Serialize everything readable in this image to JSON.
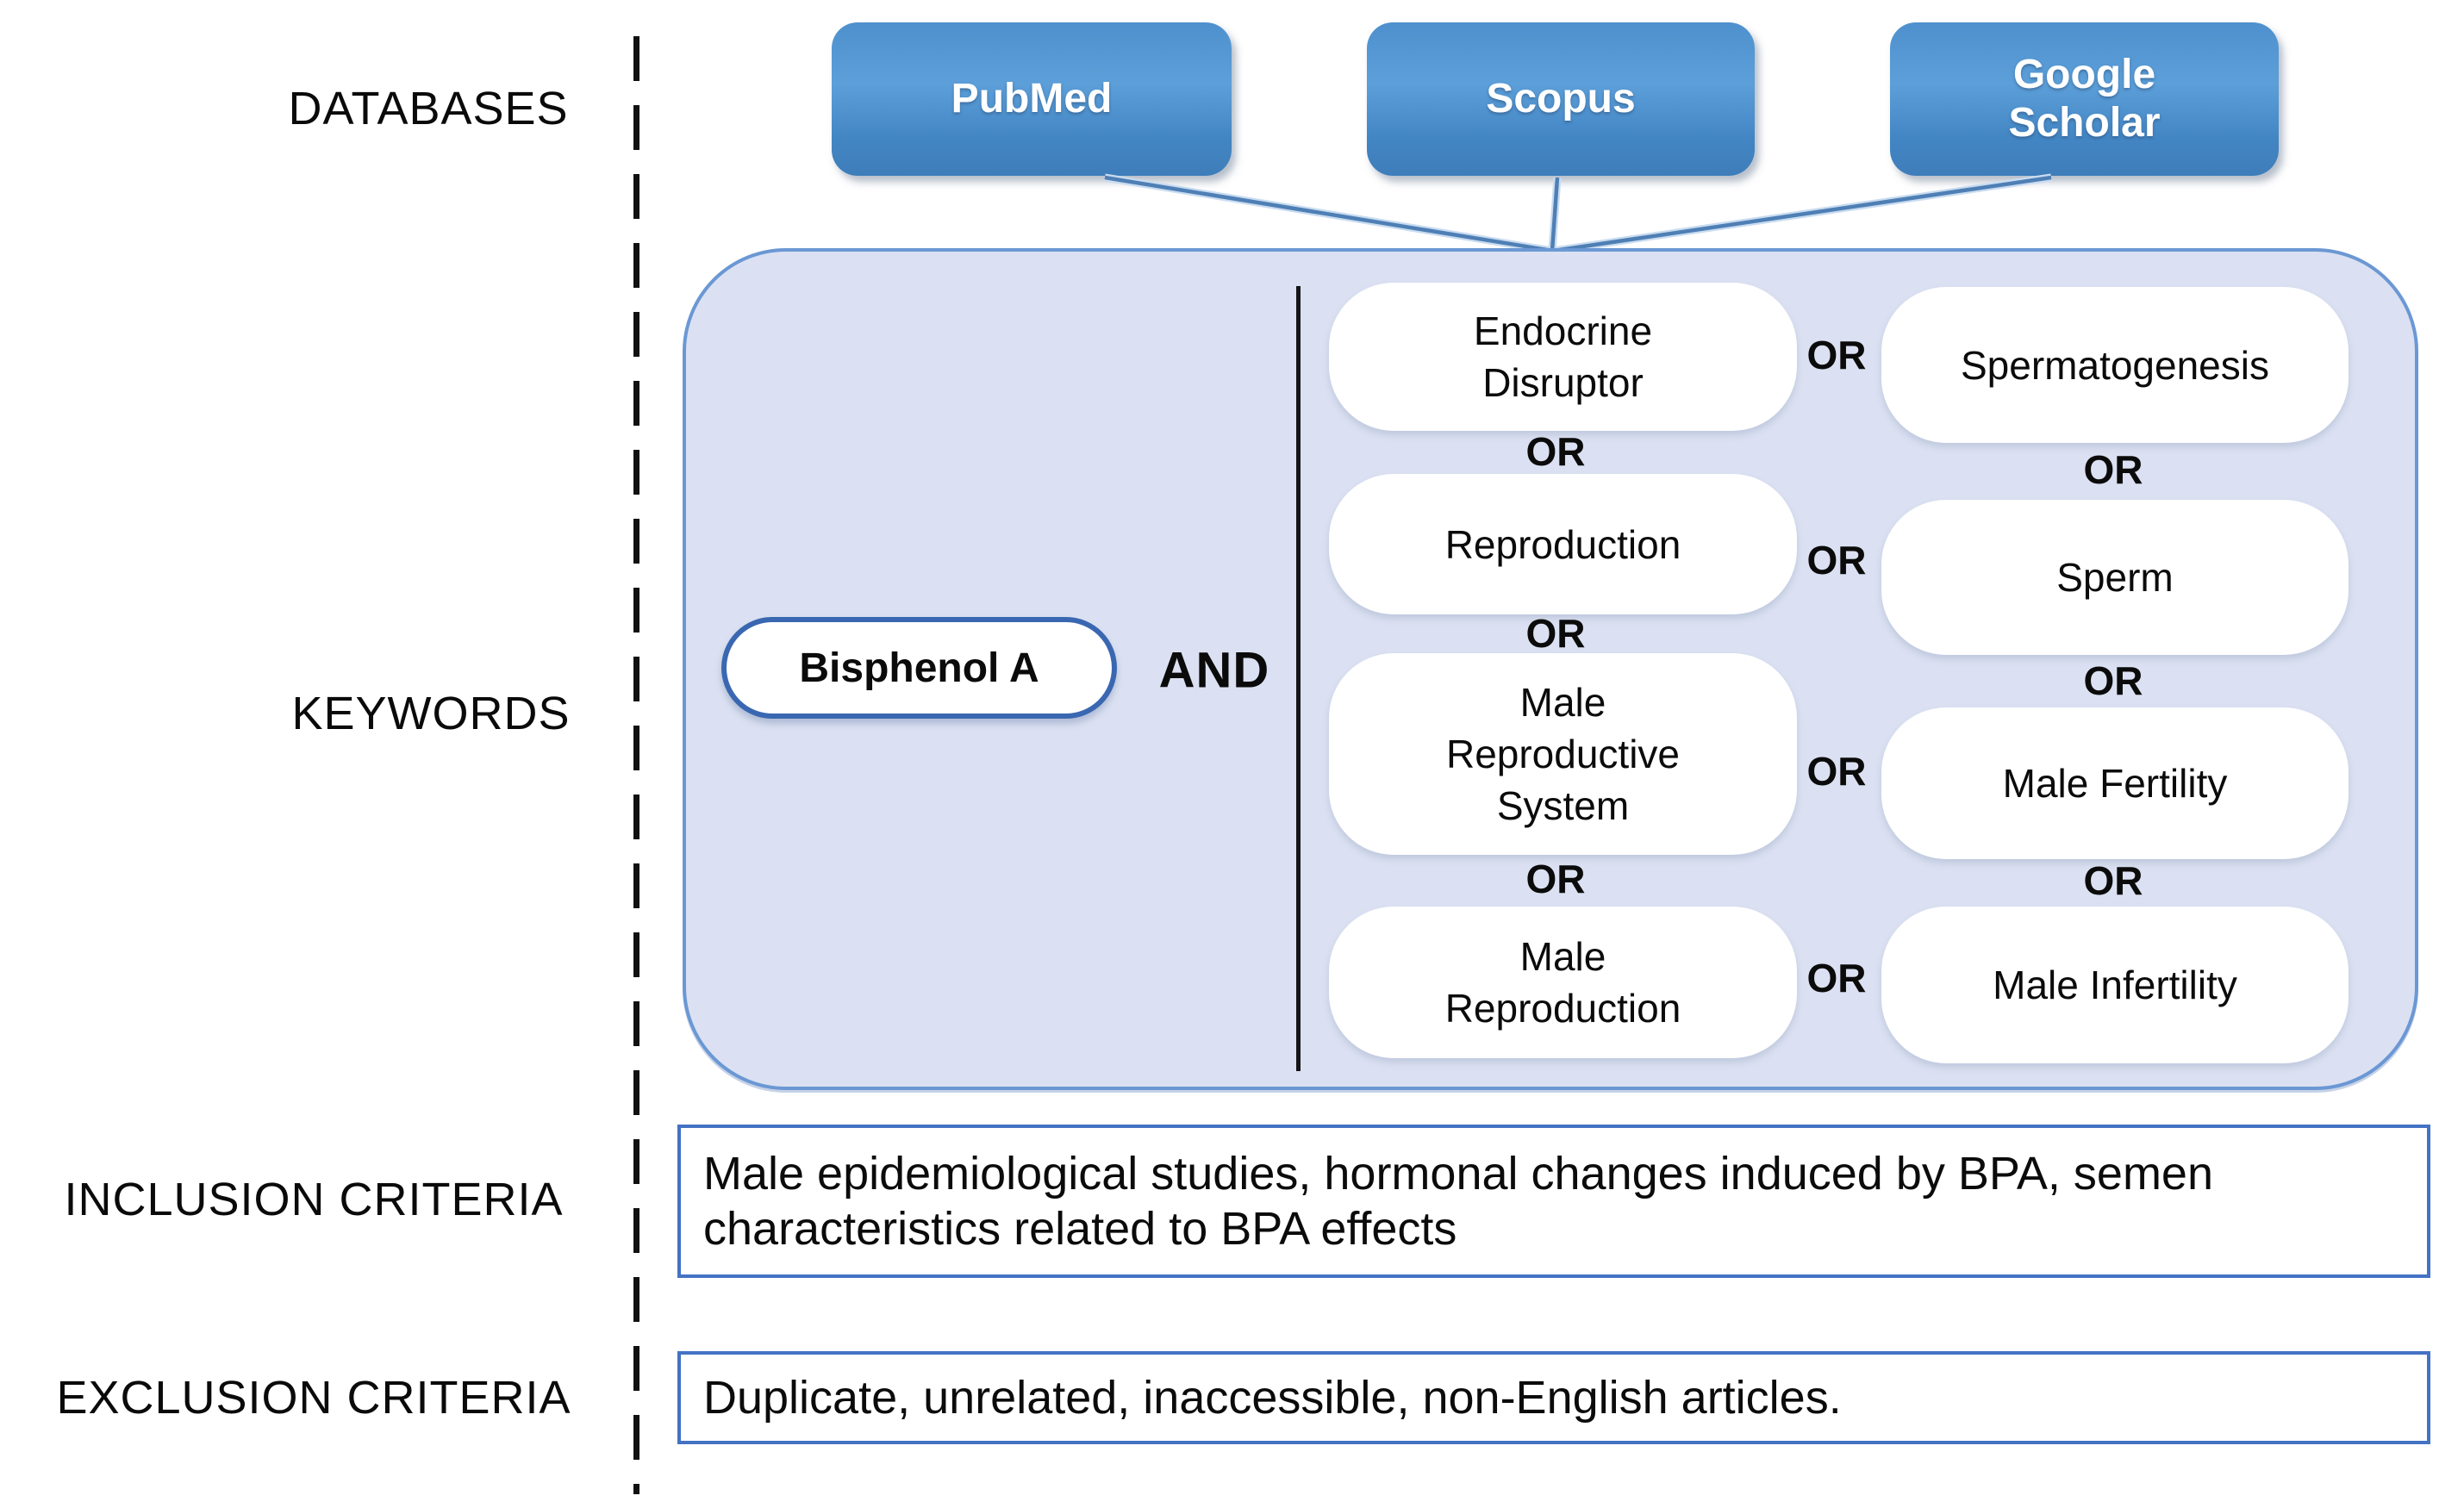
{
  "diagram": {
    "row_labels": {
      "databases": "DATABASES",
      "keywords": "KEYWORDS",
      "inclusion": "INCLUSION CRITERIA",
      "exclusion": "EXCLUSION CRITERIA"
    },
    "databases": {
      "pubmed": "PubMed",
      "scopus": "Scopus",
      "google_scholar": "Google Scholar"
    },
    "keywords": {
      "primary": "Bisphenol A",
      "and_label": "AND",
      "or_label": "OR",
      "column1": [
        "Endocrine Disruptor",
        "Reproduction",
        "Male Reproductive System",
        "Male Reproduction"
      ],
      "column2": [
        "Spermatogenesis",
        "Sperm",
        "Male Fertility",
        "Male Infertility"
      ]
    },
    "inclusion_text": "Male epidemiological studies, hormonal changes induced by BPA, semen characteristics related to BPA effects",
    "exclusion_text": "Duplicate, unrelated, inaccessible, non-English articles.",
    "colors": {
      "db_box_fill": "#4a8fd0",
      "keywords_fill": "#dbe1f2",
      "keywords_border": "#6b98d4",
      "primary_pill_border": "#3a67b1",
      "criteria_border": "#4472c4",
      "connector": "#4e7fb5"
    }
  }
}
